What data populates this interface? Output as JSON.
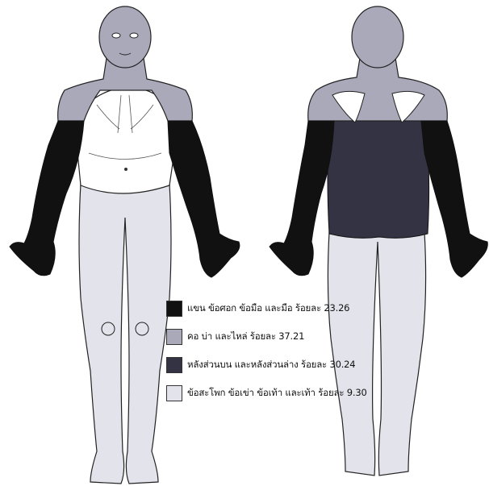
{
  "colors": {
    "arms_hands": "#111111",
    "neck_shoulders": "#a9a9ba",
    "back": "#333344",
    "legs": "#e3e3ec",
    "skin_unshaded": "#ffffff",
    "outline": "#222222"
  },
  "legend": [
    {
      "label": "แขน ข้อศอก ข้อมือ และมือ ร้อยละ 23.26",
      "color": "#111111"
    },
    {
      "label": "คอ บ่า และไหล่ ร้อยละ 37.21",
      "color": "#a9a9ba"
    },
    {
      "label": "หลังส่วนบน และหลังส่วนล่าง ร้อยละ 30.24",
      "color": "#333344"
    },
    {
      "label": "ข้อสะโพก ข้อเข่า ข้อเท้า และเท้า ร้อยละ 9.30",
      "color": "#e3e3ec"
    }
  ]
}
